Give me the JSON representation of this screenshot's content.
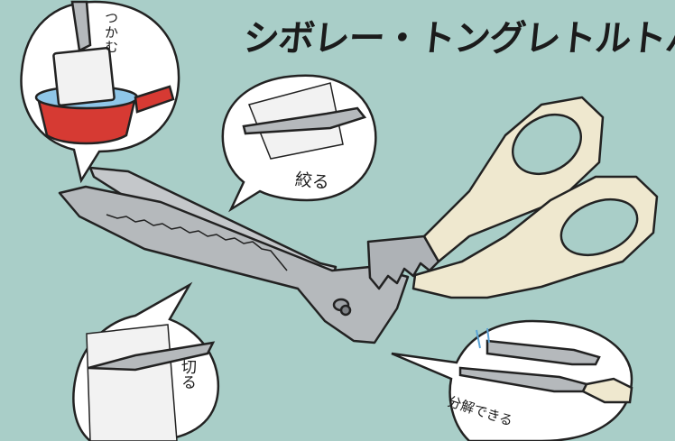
{
  "title": "シボレー・トングレトルトバサミ",
  "callouts": {
    "grab": "つかむ",
    "squeeze": "絞る",
    "cut": "切る",
    "disassemble": "分解できる"
  },
  "colors": {
    "background": "#a9cec8",
    "handle": "#efe8cf",
    "blade": "#b9bcbf",
    "pot": "#d63a33",
    "outline": "#222222"
  }
}
